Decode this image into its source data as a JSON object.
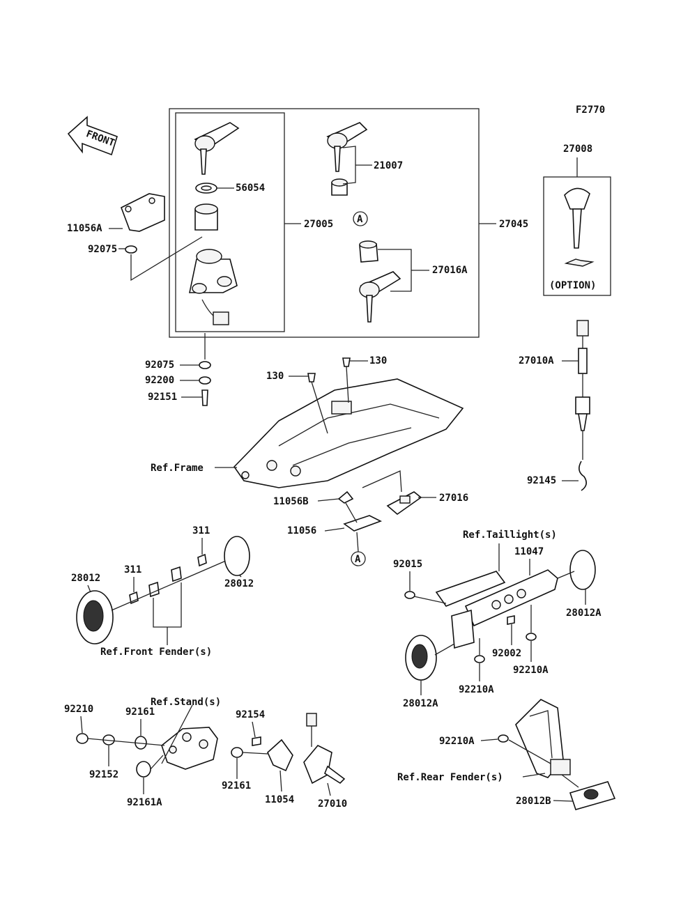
{
  "figure_code": "F2770",
  "front_arrow_label": "FRONT",
  "option_label": "(OPTION)",
  "callout_a": "A",
  "labels": {
    "p27008": "27008",
    "p21007": "21007",
    "p56054": "56054",
    "p11056A": "11056A",
    "p27005": "27005",
    "p27045": "27045",
    "p92075a": "92075",
    "p27016A": "27016A",
    "p92075b": "92075",
    "p92200": "92200",
    "p92151": "92151",
    "p130a": "130",
    "p130b": "130",
    "p27010A": "27010A",
    "ref_frame": "Ref.Frame",
    "p92145": "92145",
    "p11056B": "11056B",
    "p27016": "27016",
    "p11056": "11056",
    "ref_taillight": "Ref.Taillight(s)",
    "p311a": "311",
    "p311b": "311",
    "p11047": "11047",
    "p92015": "92015",
    "p28012a": "28012",
    "p28012b": "28012",
    "p28012A_a": "28012A",
    "ref_front_fender": "Ref.Front Fender(s)",
    "p92002": "92002",
    "p92210A_a": "92210A",
    "p92210A_b": "92210A",
    "p28012A_b": "28012A",
    "ref_stand": "Ref.Stand(s)",
    "p92210": "92210",
    "p92161a": "92161",
    "p92154": "92154",
    "p92210A_c": "92210A",
    "p92152": "92152",
    "p92161b": "92161",
    "p11054": "11054",
    "p27010": "27010",
    "ref_rear_fender": "Ref.Rear Fender(s)",
    "p92161A": "92161A",
    "p28012B": "28012B"
  }
}
